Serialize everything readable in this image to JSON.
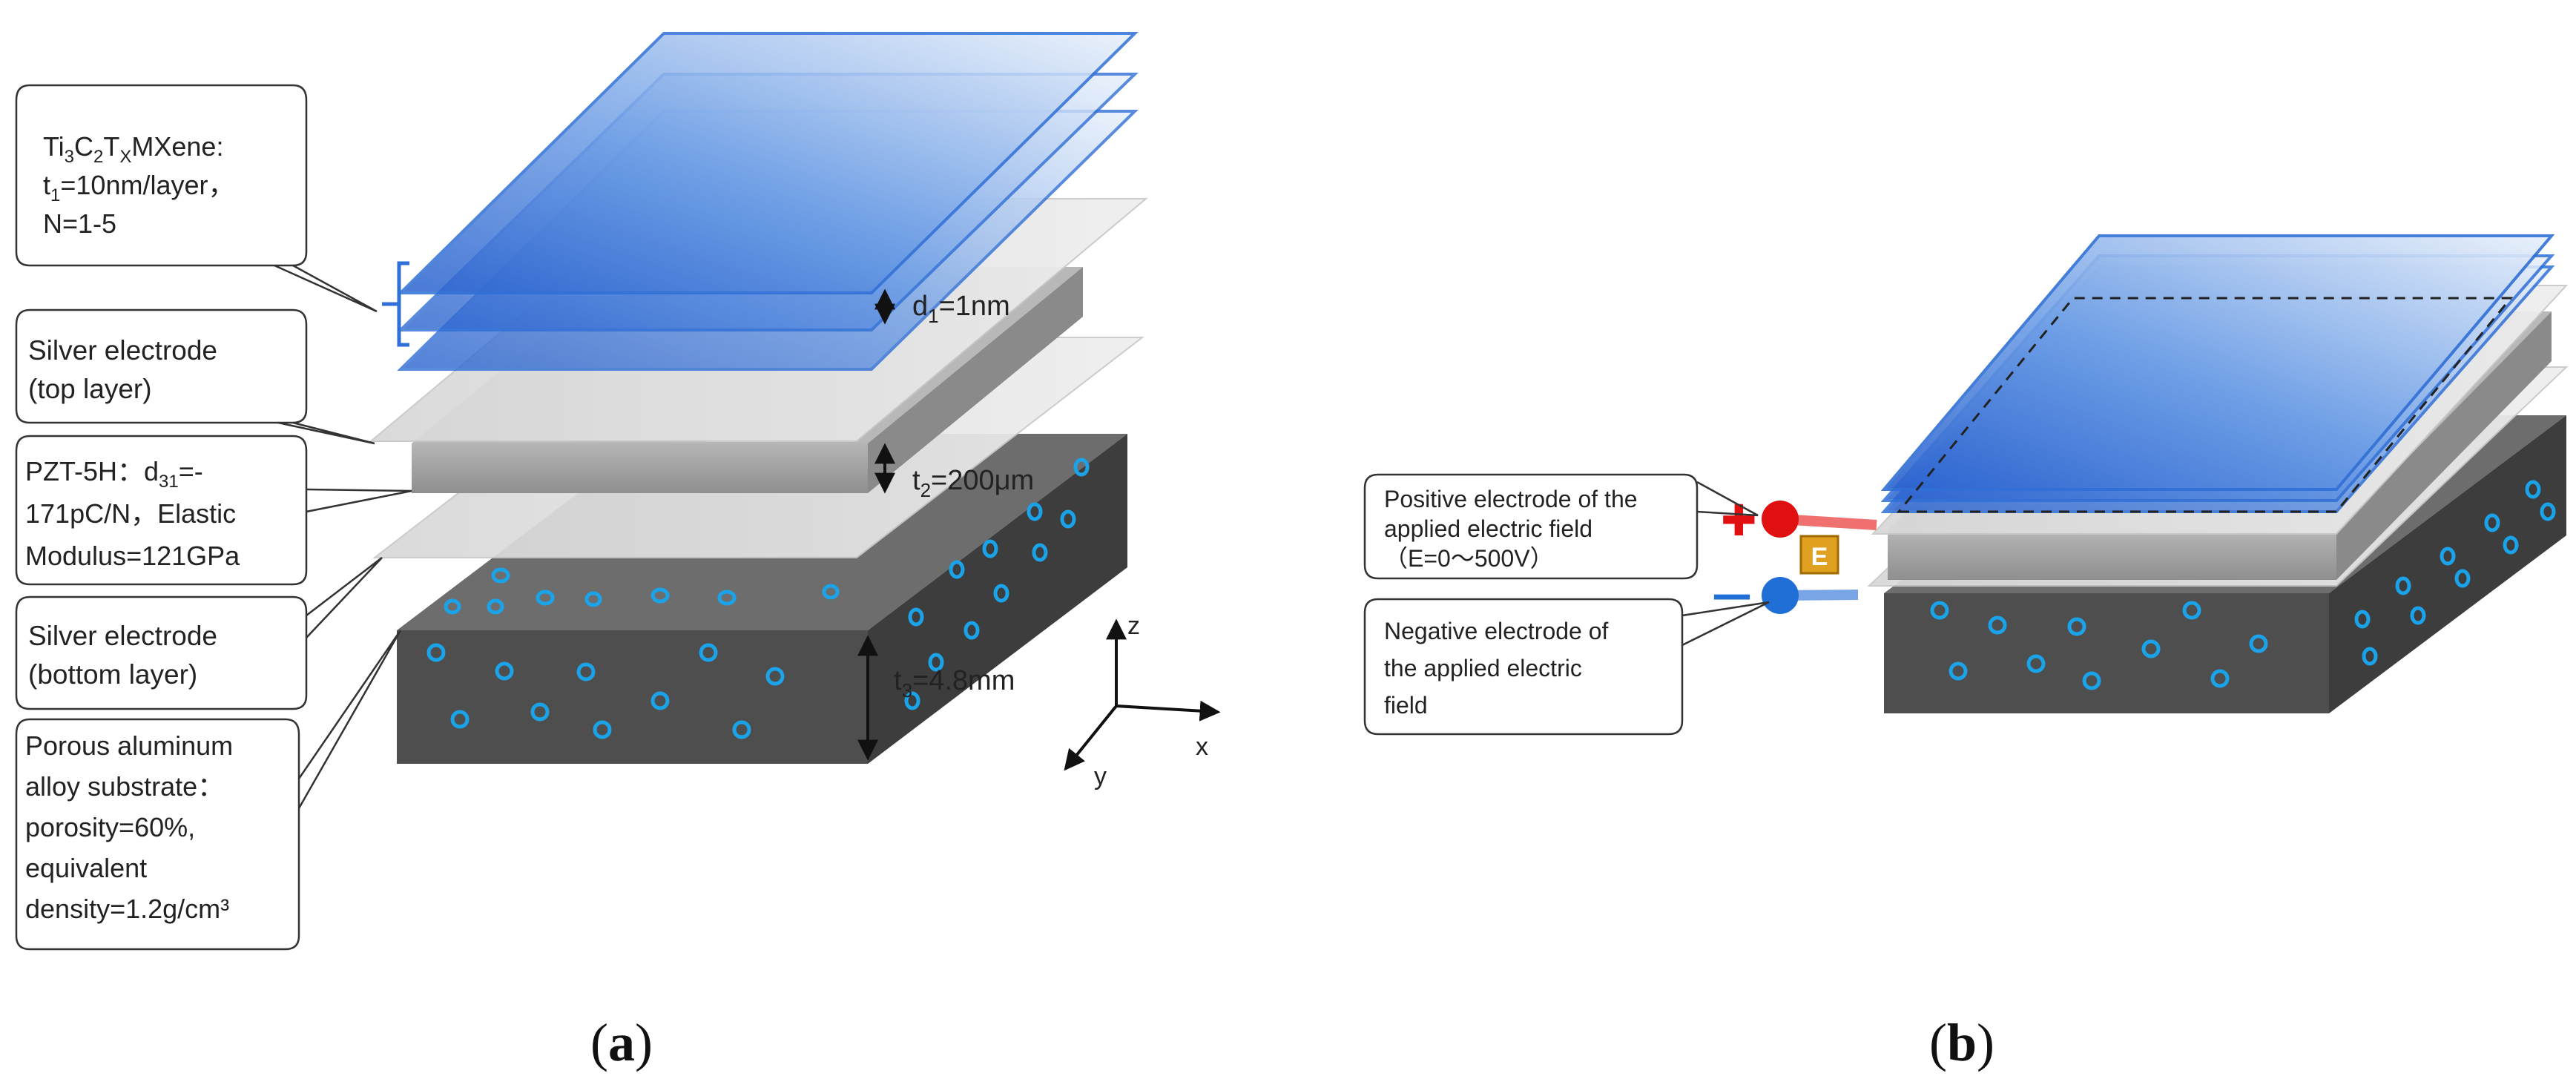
{
  "panel_a": {
    "caption_open": "(",
    "caption_letter": "a",
    "caption_close": ")",
    "callouts": {
      "mxene": {
        "line1": "Ti",
        "line1_sub_a": "3",
        "line1_b": "C",
        "line1_sub_b": "2",
        "line1_c": "T",
        "line1_sub_c": "X",
        "line1_d": "MXene:",
        "line2": "t",
        "line2_sub": "1",
        "line2_rest": "=10nm/layer，",
        "line3": "N=1-5"
      },
      "silver_top": {
        "line1": "Silver electrode",
        "line2": "(top layer)"
      },
      "pzt": {
        "line1": "PZT-5H：d",
        "line1_sub": "31",
        "line1_rest": "=-",
        "line2": "171pC/N，Elastic",
        "line3": "Modulus=121GPa"
      },
      "silver_bottom": {
        "line1": "Silver electrode",
        "line2": "(bottom layer)"
      },
      "substrate": {
        "line1": "Porous aluminum",
        "line2": "alloy substrate：",
        "line3": "porosity=60%,",
        "line4": "equivalent",
        "line5": "density=1.2g/cm³"
      }
    },
    "dimensions": {
      "d1": {
        "main": "d",
        "sub": "1",
        "rest": "=1nm"
      },
      "t2": {
        "main": "t",
        "sub": "2",
        "rest": "=200μm"
      },
      "t3": {
        "main": "t",
        "sub": "3",
        "rest": "=4.8mm"
      }
    },
    "axes": {
      "x": "x",
      "y": "y",
      "z": "z"
    }
  },
  "panel_b": {
    "caption_open": "(",
    "caption_letter": "b",
    "caption_close": ")",
    "positive_callout": {
      "line1": "Positive electrode of the",
      "line2": "applied electric field",
      "line3": "（E=0～500V）"
    },
    "negative_callout": {
      "line1": "Negative electrode of",
      "line2": "the applied electric",
      "line3": "field"
    },
    "field_badge": "E",
    "plus_symbol": "✚",
    "minus_symbol": "—"
  },
  "colors": {
    "mxene_blue": "#2f6fd6",
    "substrate_dark": "#505050",
    "pzt_gray": "#9a9a9a",
    "silver": "#e2e2e2",
    "pore_cyan": "#1aa3e8",
    "positive_red": "#e01010",
    "negative_blue": "#1f6fd6",
    "badge_gold": "#e0a020"
  }
}
